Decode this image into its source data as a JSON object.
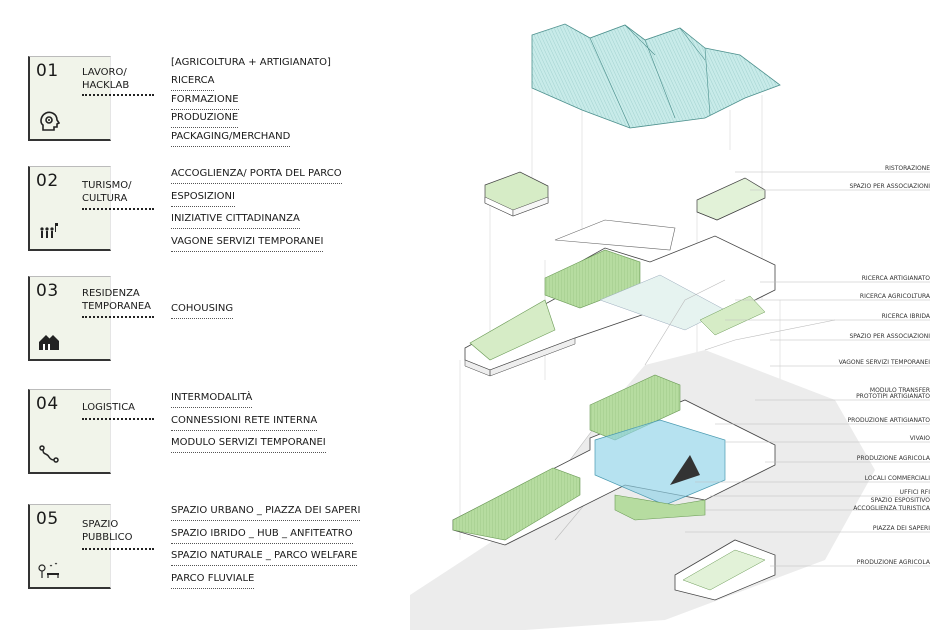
{
  "categories": [
    {
      "number": "01",
      "title": "LAVORO/\nHACKLAB",
      "icon": "head-gear-icon",
      "items": [
        "[AGRICOLTURA + ARTIGIANATO]",
        "RICERCA",
        "FORMAZIONE",
        "PRODUZIONE",
        "PACKAGING/MERCHAND"
      ]
    },
    {
      "number": "02",
      "title": "TURISMO/\nCULTURA",
      "icon": "people-group-icon",
      "items": [
        "ACCOGLIENZA/ PORTA DEL PARCO",
        "ESPOSIZIONI",
        "INIZIATIVE CITTADINANZA",
        "VAGONE SERVIZI TEMPORANEI"
      ]
    },
    {
      "number": "03",
      "title": "RESIDENZA\nTEMPORANEA",
      "icon": "houses-icon",
      "items": [
        "COHOUSING"
      ]
    },
    {
      "number": "04",
      "title": "LOGISTICA",
      "icon": "route-icon",
      "items": [
        "INTERMODALITÀ",
        "CONNESSIONI RETE INTERNA",
        "MODULO SERVIZI TEMPORANEI"
      ]
    },
    {
      "number": "05",
      "title": "SPAZIO\nPUBBLICO",
      "icon": "park-bench-icon",
      "items": [
        "SPAZIO URBANO _ PIAZZA DEI SAPERI",
        "SPAZIO IBRIDO _ HUB _ ANFITEATRO",
        "SPAZIO NATURALE _ PARCO WELFARE",
        "PARCO FLUVIALE"
      ]
    }
  ],
  "callouts": [
    "RISTORAZIONE",
    "SPAZIO PER ASSOCIAZIONI",
    "RICERCA ARTIGIANATO",
    "RICERCA AGRICOLTURA",
    "RICERCA IBRIDA",
    "SPAZIO PER ASSOCIAZIONI",
    "VAGONE SERVIZI TEMPORANEI",
    "MODULO TRANSFER",
    "PROTOTIPI ARTIGIANATO",
    "PRODUZIONE ARTIGIANATO",
    "VIVAIO",
    "PRODUZIONE AGRICOLA",
    "LOCALI COMMERCIALI",
    "UFFICI RFI",
    "SPAZIO ESPOSITIVO",
    "ACCOGLIENZA TURISTICA",
    "PIAZZA DEI SAPERI",
    "PRODUZIONE AGRICOLA"
  ],
  "colors": {
    "roof": "#c8ebe9",
    "green": "#b6dca0",
    "glass": "#8fd3e8",
    "ground": "#e6e6e6",
    "box_fill": "#f1f4ea"
  }
}
